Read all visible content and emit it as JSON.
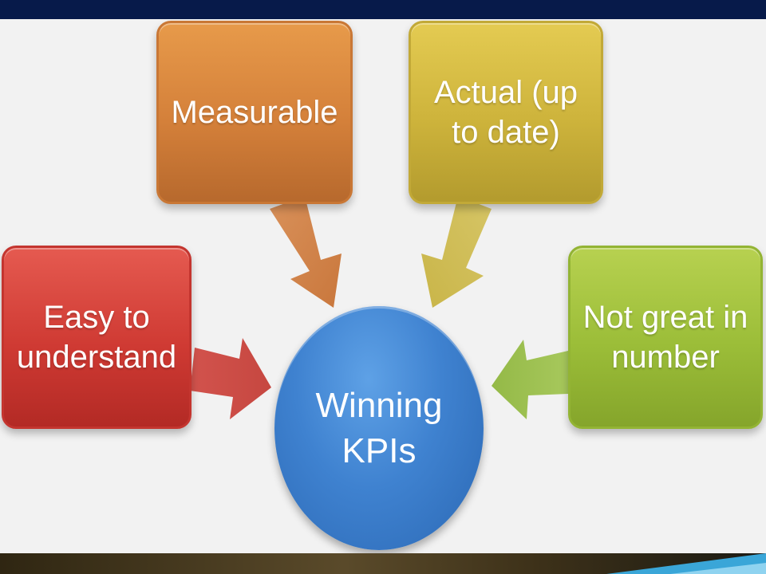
{
  "diagram": {
    "center": {
      "line1": "Winning",
      "line2": "KPIs",
      "color": "#3f82d0"
    },
    "nodes": [
      {
        "id": "measurable",
        "line1": "Measurable",
        "line2": "",
        "color": "#d4803a"
      },
      {
        "id": "actual",
        "line1": "Actual (up",
        "line2": "to date)",
        "color": "#cdb33b"
      },
      {
        "id": "easy",
        "line1": "Easy to",
        "line2": "understand",
        "color": "#cf3a33"
      },
      {
        "id": "notgreat",
        "line1": "Not great in",
        "line2": "number",
        "color": "#9bbd38"
      }
    ]
  },
  "theme": {
    "top_bar": "#071a4a",
    "bottom_bar": "#3d3119",
    "accent": "#3aa6d8"
  }
}
